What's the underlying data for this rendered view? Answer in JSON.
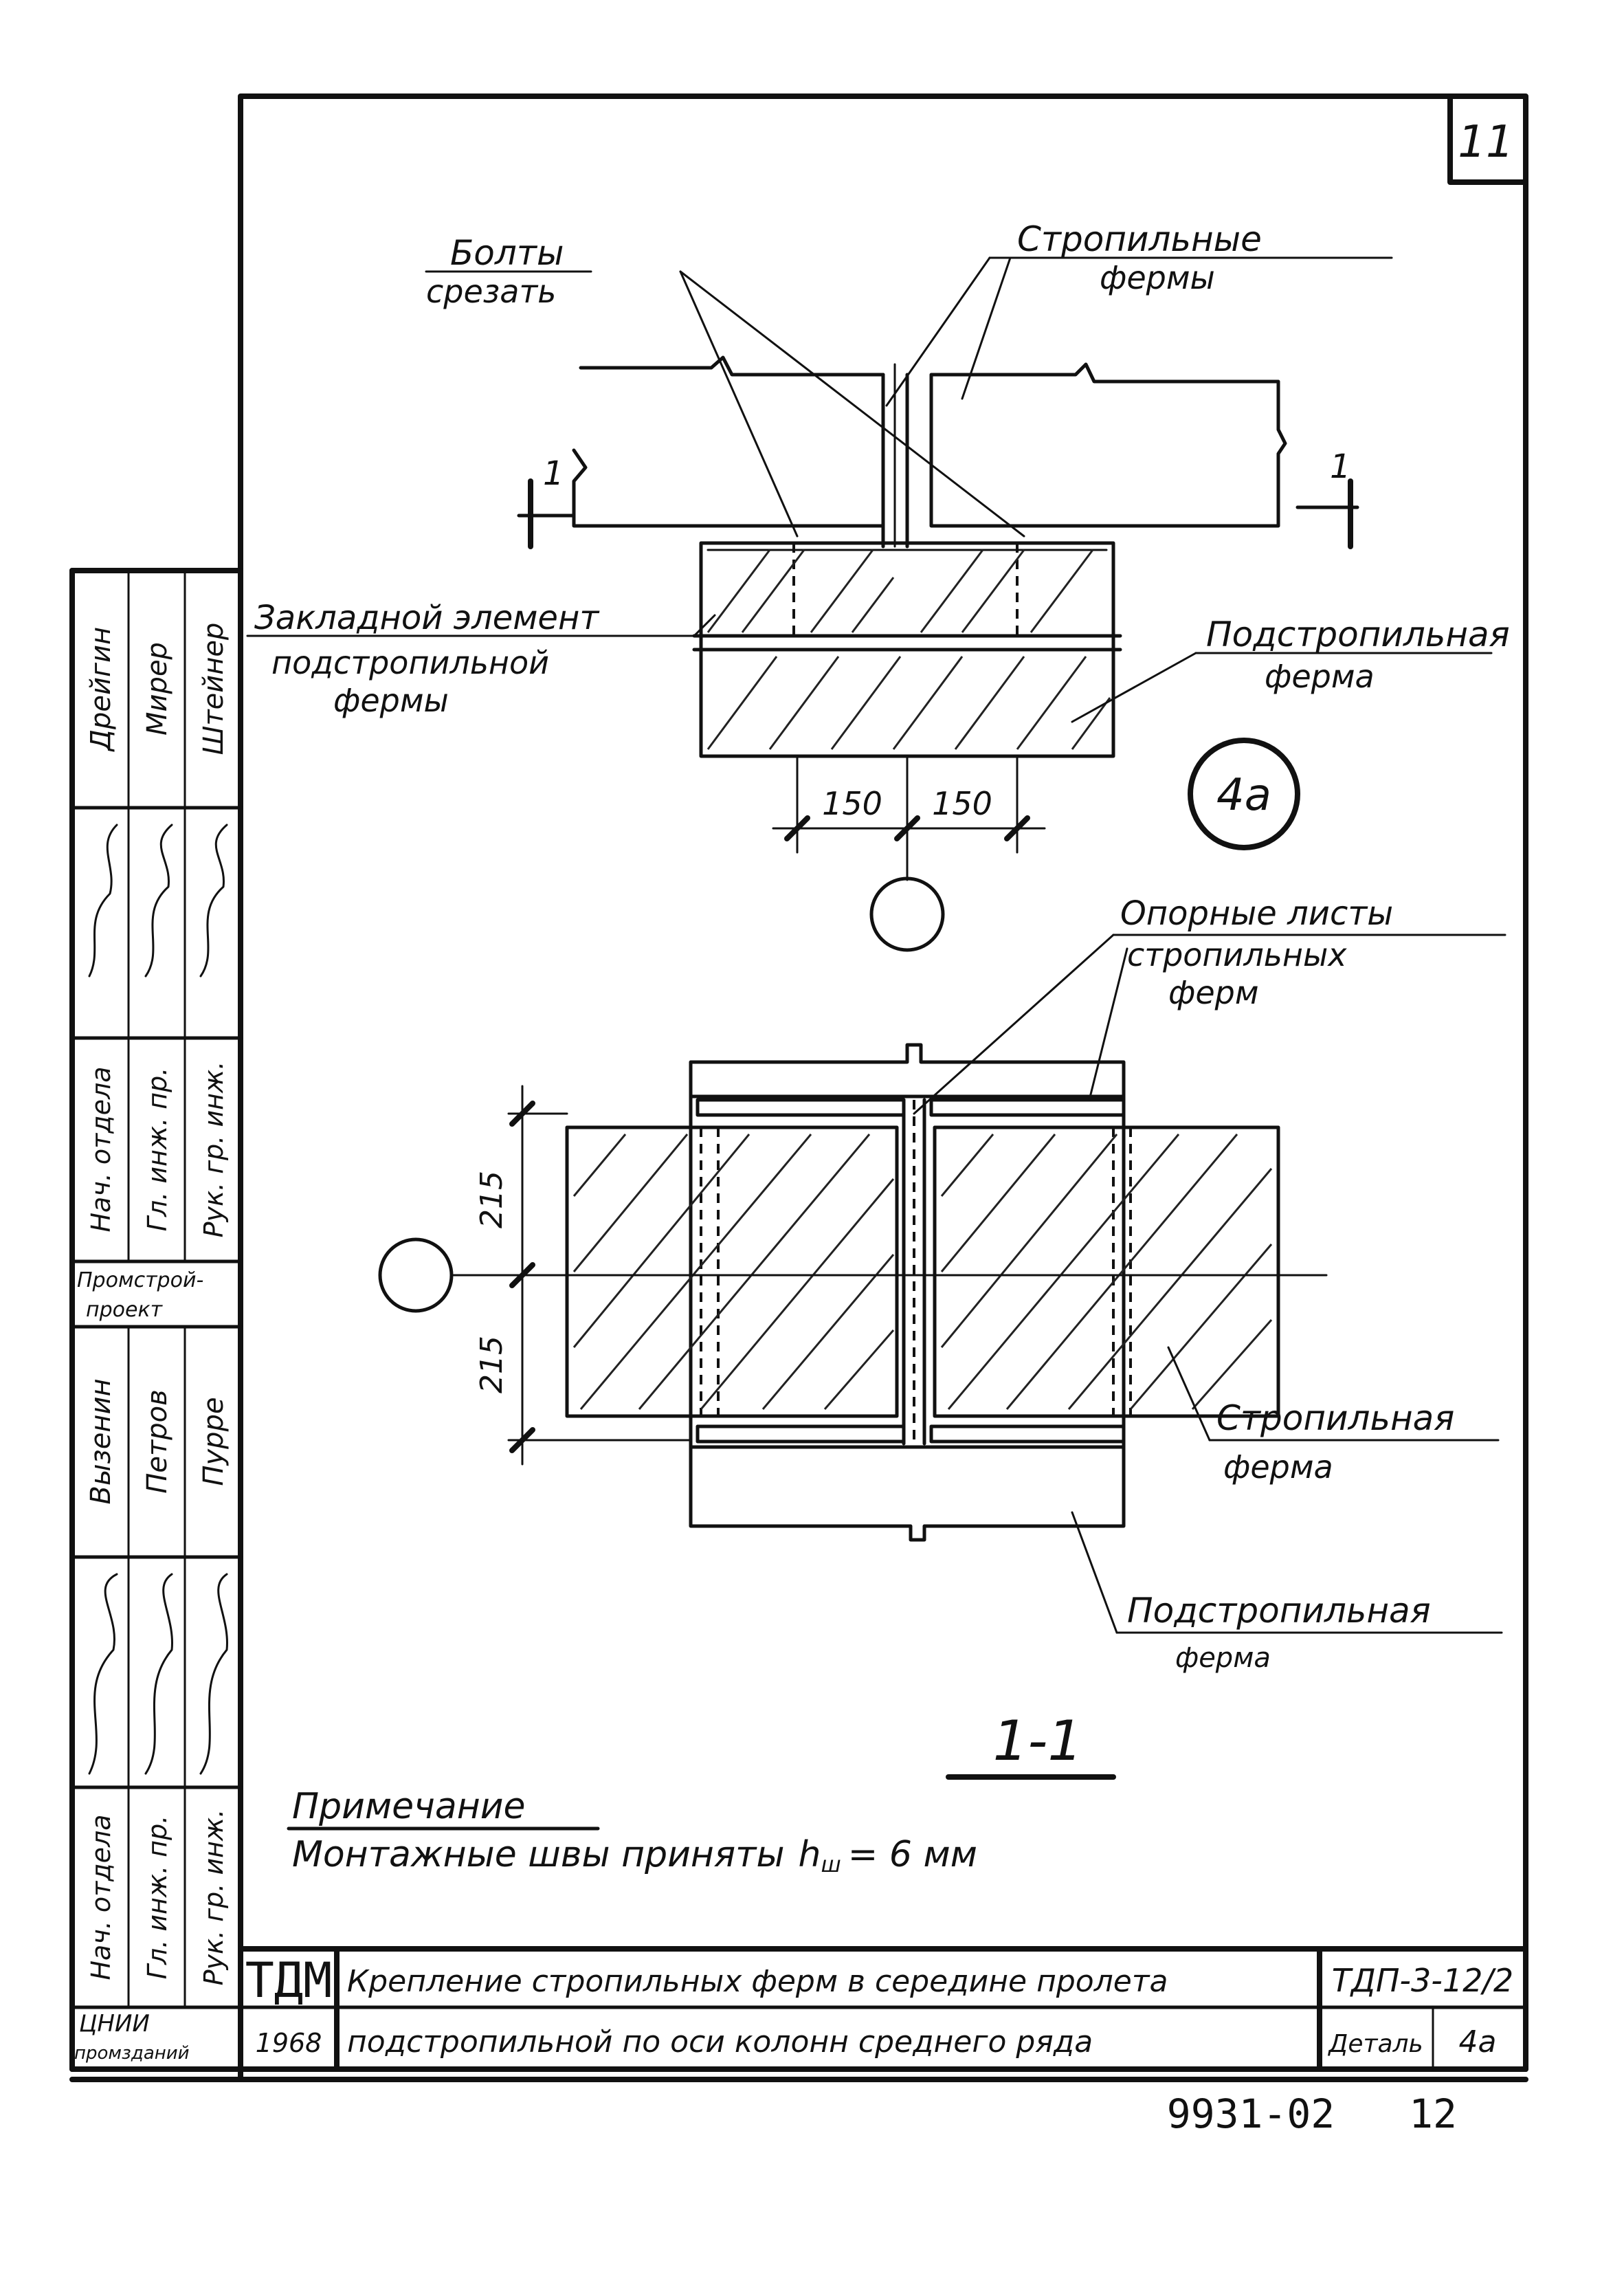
{
  "sheet_number": "11",
  "labels": {
    "bolts_line1": "Болты",
    "bolts_line2": "срезать",
    "rafter_trusses_line1": "Стропильные",
    "rafter_trusses_line2": "фермы",
    "embedded_line1": "Закладной элемент",
    "embedded_line2": "подстропильной",
    "embedded_line3": "фермы",
    "sub_truss_top_line1": "Подстропильная",
    "sub_truss_top_line2": "ферма",
    "detail_mark": "4а",
    "support_sheets_line1": "Опорные листы",
    "support_sheets_line2": "стропильных",
    "support_sheets_line3": "ферм",
    "rafter_truss_line1": "Стропильная",
    "rafter_truss_line2": "ферма",
    "sub_truss_bottom_line1": "Подстропильная",
    "sub_truss_bottom_line2": "ферма",
    "section_mark": "1-1",
    "cut_mark_left": "1",
    "cut_mark_right": "1"
  },
  "dimensions": {
    "d150_left": "150",
    "d150_right": "150",
    "d215_top": "215",
    "d215_bottom": "215"
  },
  "note": {
    "heading": "Примечание",
    "text_prefix": "Монтажные швы приняты",
    "text_symbol": "h",
    "text_subscript": "ш",
    "text_suffix": "= 6 мм"
  },
  "title_block": {
    "org_mark": "ТДМ",
    "year": "1968",
    "title_line1": "Крепление стропильных ферм в середине пролета",
    "title_line2": "подстропильной по оси колонн среднего ряда",
    "code": "ТДП-3-12/2",
    "detail_label": "Деталь",
    "detail_value": "4а",
    "institute": "ЦНИИ",
    "institute_sub": "промзданий",
    "drawing_number": "9931-02",
    "page_number": "12"
  },
  "side_stamp": {
    "group1_roles": [
      "Нач. отдела",
      "Гл. инж. пр.",
      "Рук. гр. инж."
    ],
    "group1_names": [
      "Дрейгин",
      "Мирер",
      "Штейнер"
    ],
    "org": [
      "Промстрой-",
      "проект"
    ],
    "group2_roles": [
      "Нач. отдела",
      "Гл. инж. пр.",
      "Рук. гр. инж."
    ],
    "group2_names": [
      "Вызенин",
      "Петров",
      "Пурре"
    ]
  }
}
